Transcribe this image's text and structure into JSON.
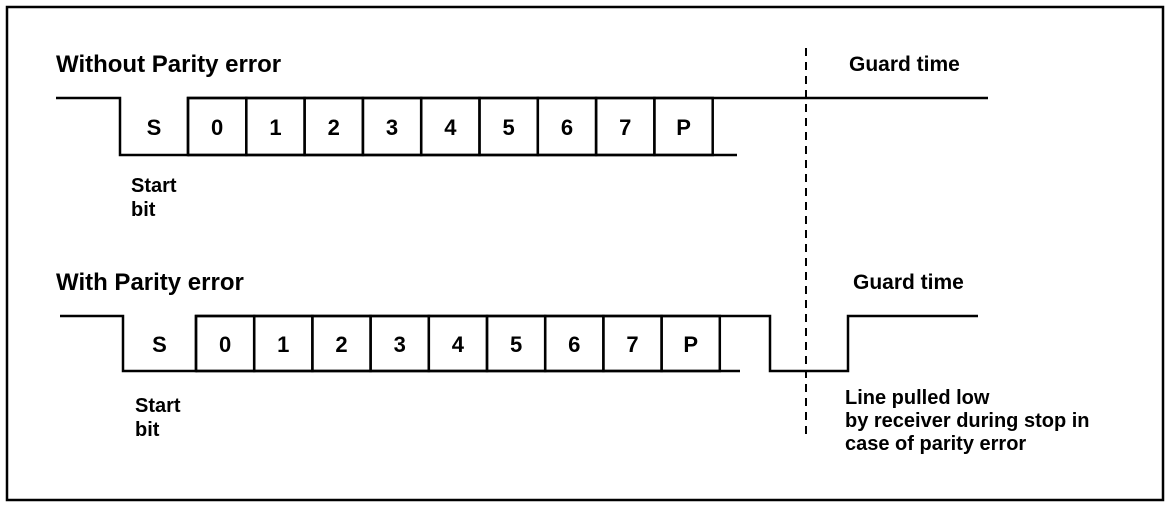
{
  "top": {
    "title": "Without Parity error",
    "guard_label": "Guard time",
    "start_bit": [
      "Start",
      "bit"
    ],
    "bits": [
      "S",
      "0",
      "1",
      "2",
      "3",
      "4",
      "5",
      "6",
      "7",
      "P"
    ]
  },
  "bottom": {
    "title": "With Parity error",
    "guard_label": "Guard time",
    "start_bit": [
      "Start",
      "bit"
    ],
    "bits": [
      "S",
      "0",
      "1",
      "2",
      "3",
      "4",
      "5",
      "6",
      "7",
      "P"
    ],
    "note": [
      "Line pulled low",
      "by receiver during stop in",
      "case of parity error"
    ]
  }
}
